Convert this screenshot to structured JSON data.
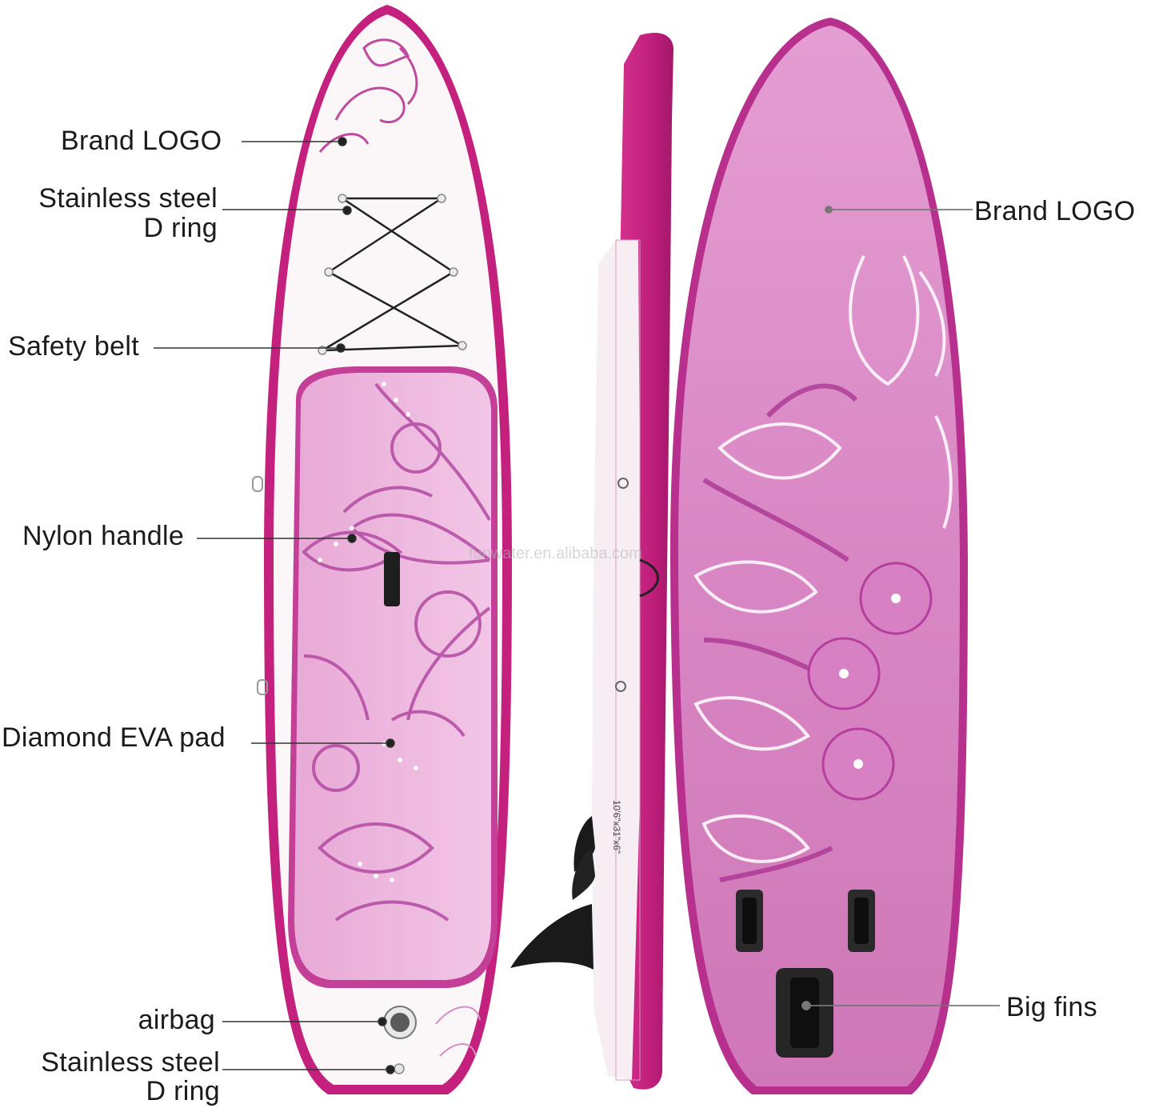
{
  "labels": {
    "brand_logo_left": "Brand LOGO",
    "d_ring_top_line1": "Stainless steel",
    "d_ring_top_line2": "D ring",
    "safety_belt": "Safety belt",
    "nylon_handle": "Nylon handle",
    "diamond_eva_pad": "Diamond EVA pad",
    "airbag": "airbag",
    "d_ring_bottom_line1": "Stainless steel",
    "d_ring_bottom_line2": "D ring",
    "brand_logo_right": "Brand LOGO",
    "big_fins": "Big fins"
  },
  "side_view": {
    "size_text": "10'6\"x31\"x6\""
  },
  "watermark": "funwater.en.alibaba.com",
  "colors": {
    "rail_magenta": "#c4217f",
    "deck_white": "#fbf7f9",
    "pad_pink": "#e7a3d3",
    "bottom_pink": "#d884bf",
    "pattern_purple": "#b34aa2",
    "fin_black": "#1a1a1a",
    "leader_line": "#333333"
  }
}
